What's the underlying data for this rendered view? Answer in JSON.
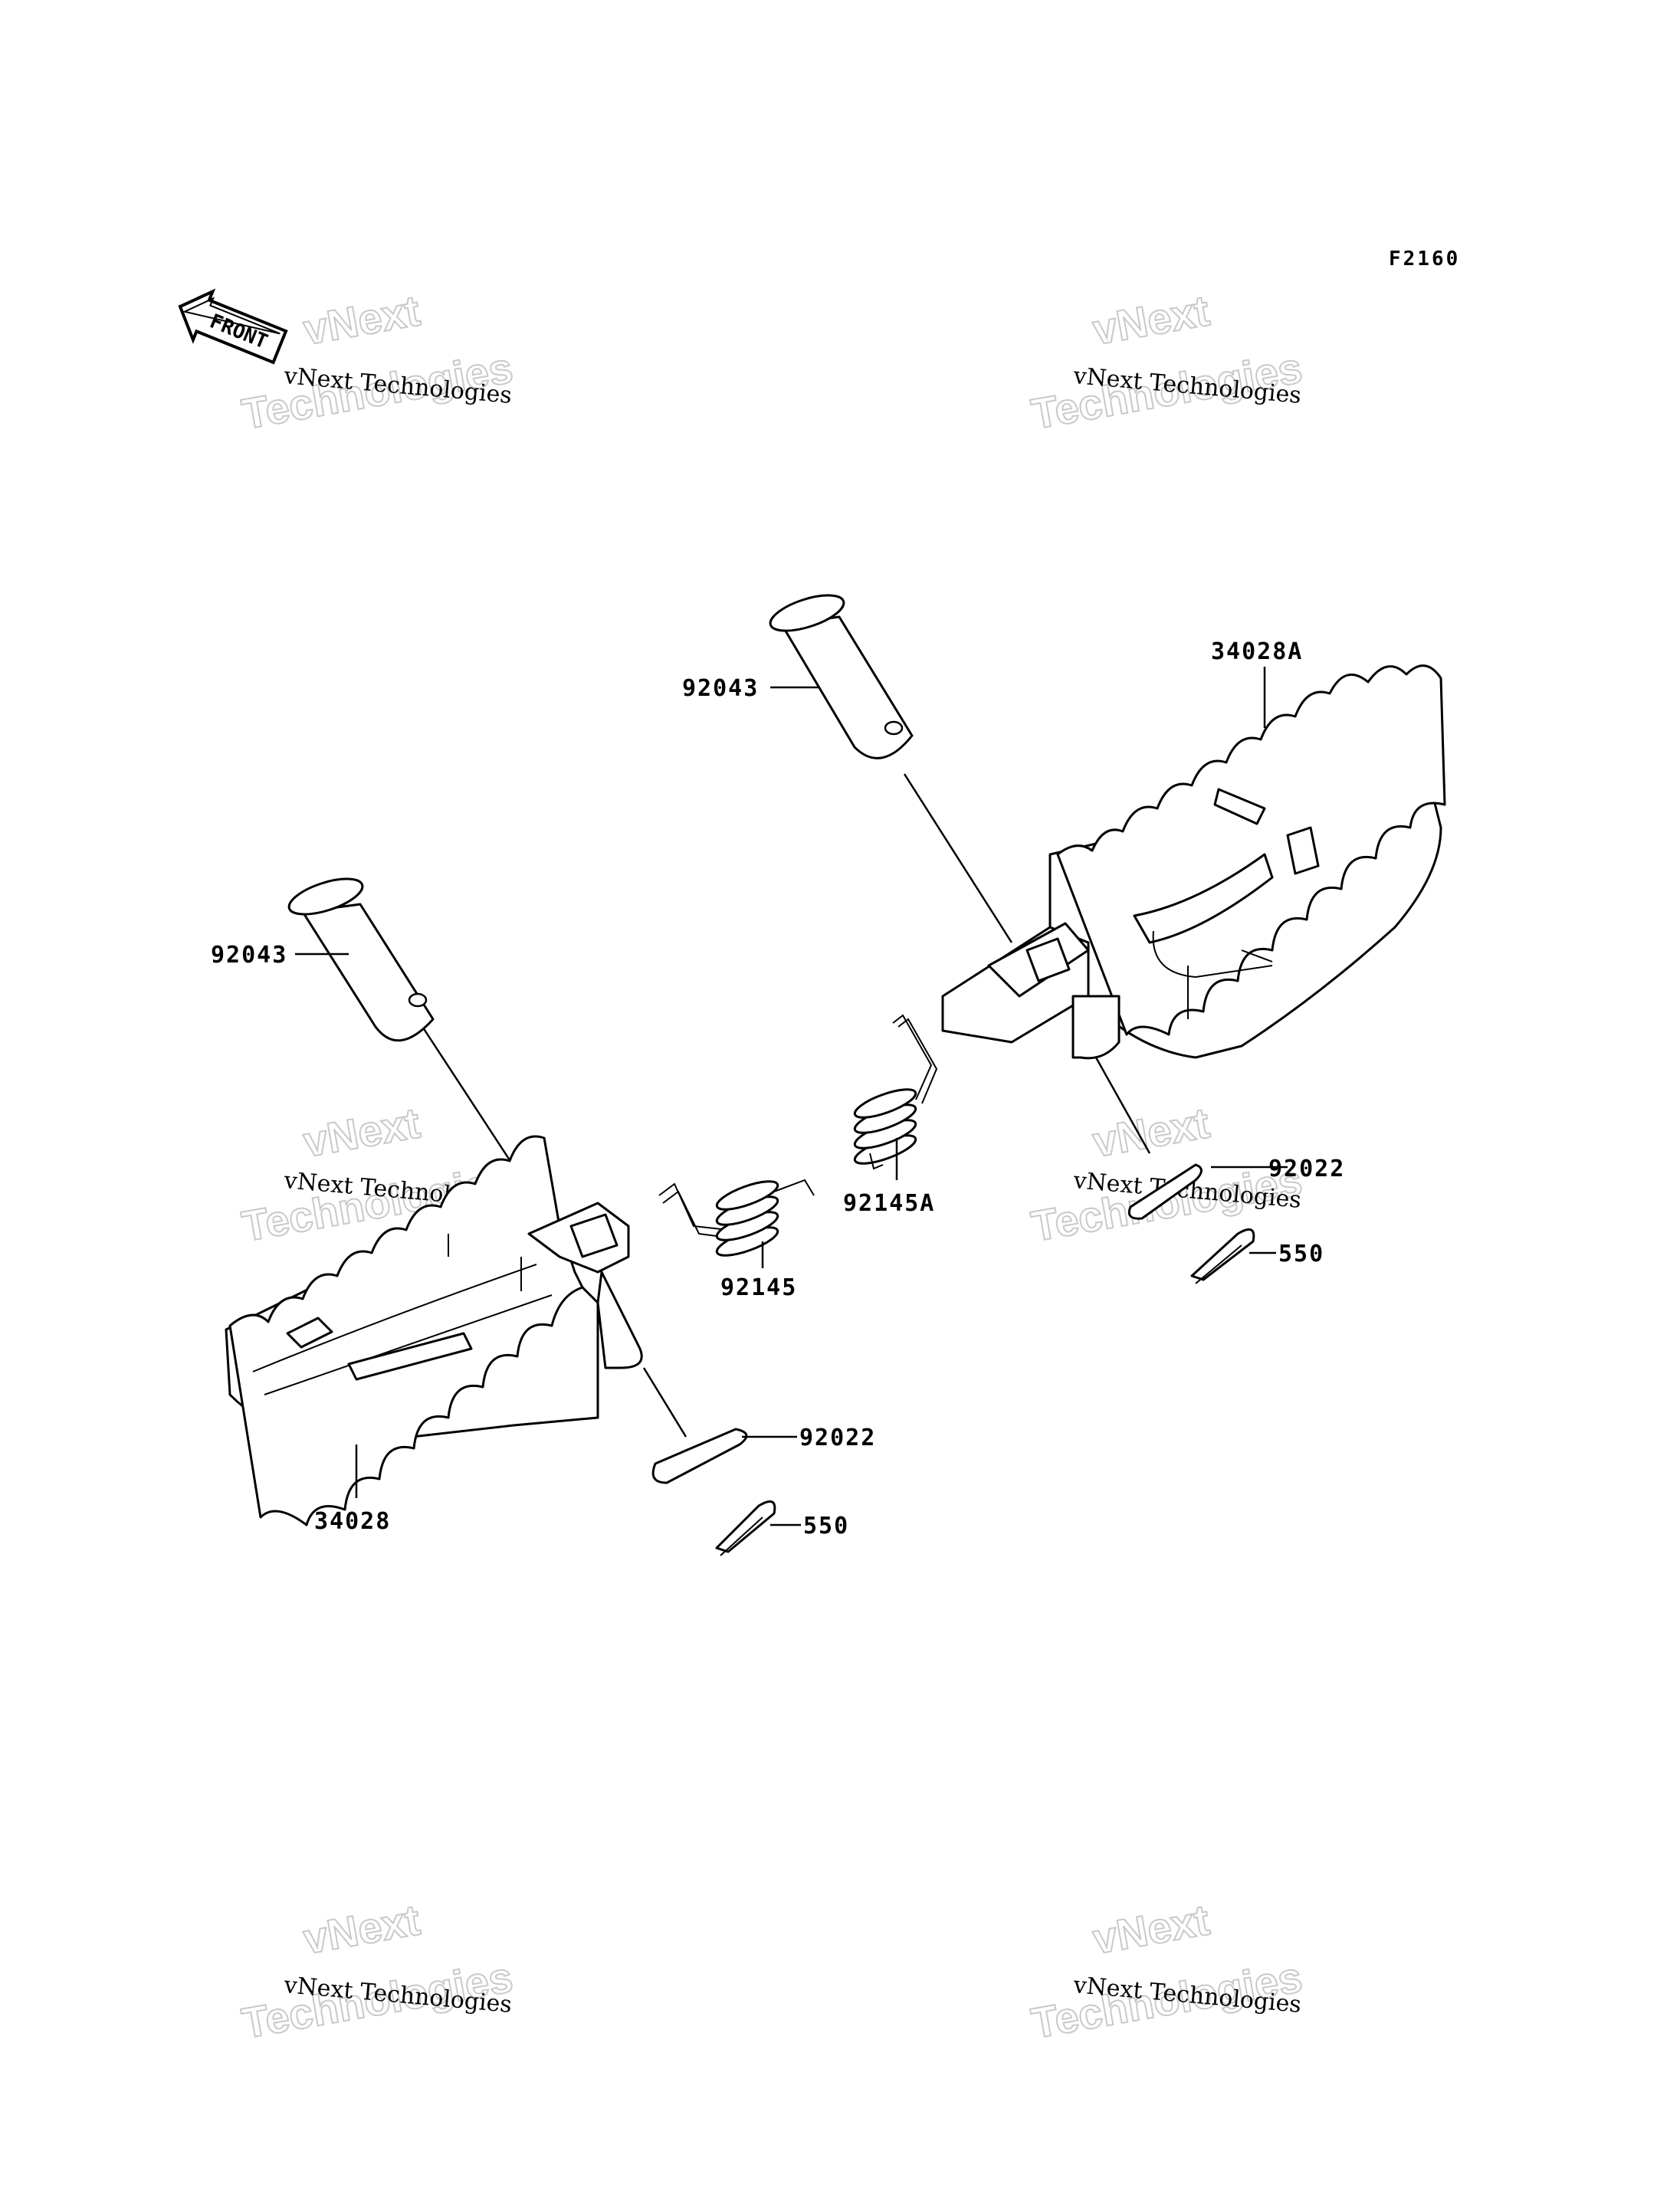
{
  "diagram_code": "F2160",
  "front_arrow": {
    "label": "FRONT",
    "icon": "front-arrow-icon"
  },
  "watermark": {
    "line1": "vNext",
    "line2": "Technologies",
    "caption": "vNext Technologies"
  },
  "callouts": {
    "pin_left": "92043",
    "pin_right": "92043",
    "footpeg_left": "34028",
    "footpeg_right": "34028A",
    "spring_left": "92145",
    "spring_right": "92145A",
    "washer_left": "92022",
    "washer_right": "92022",
    "cotter_left": "550",
    "cotter_right": "550"
  },
  "colors": {
    "ink": "#000000",
    "watermark": "#c9c9c9",
    "background": "#ffffff"
  }
}
